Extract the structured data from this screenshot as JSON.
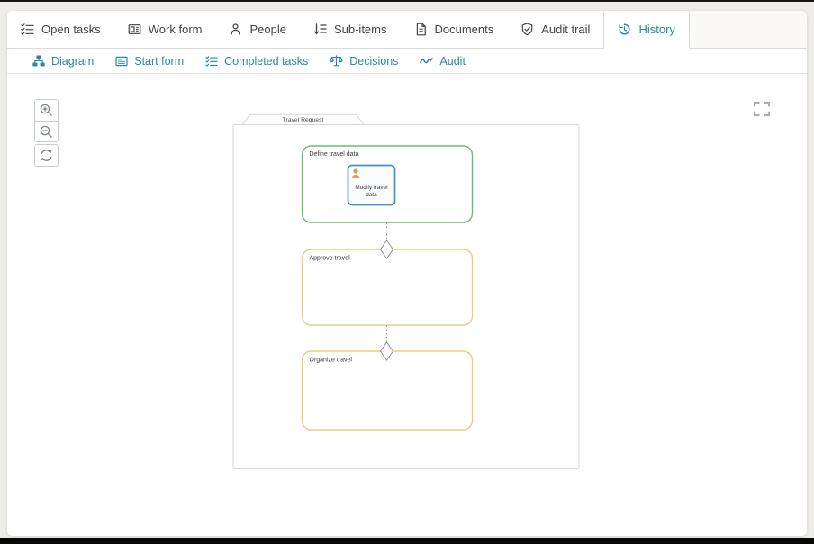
{
  "header": {
    "tabs": [
      {
        "label": "Open tasks",
        "icon": "checklist-icon"
      },
      {
        "label": "Work form",
        "icon": "form-icon"
      },
      {
        "label": "People",
        "icon": "person-icon"
      },
      {
        "label": "Sub-items",
        "icon": "sort-list-icon"
      },
      {
        "label": "Documents",
        "icon": "document-icon"
      },
      {
        "label": "Audit trail",
        "icon": "shield-check-icon"
      },
      {
        "label": "History",
        "icon": "history-icon",
        "active": true
      }
    ]
  },
  "subtabs": {
    "items": [
      {
        "label": "Diagram",
        "icon": "sitemap-icon"
      },
      {
        "label": "Start form",
        "icon": "form-icon"
      },
      {
        "label": "Completed tasks",
        "icon": "checklist-icon"
      },
      {
        "label": "Decisions",
        "icon": "scales-icon"
      },
      {
        "label": "Audit",
        "icon": "signature-icon"
      }
    ]
  },
  "canvas_controls": {
    "icons": [
      "magnifier-plus",
      "magnifier-minus",
      "refresh",
      "fullscreen-corners"
    ]
  },
  "diagram": {
    "pool_label": "Travel Request",
    "lanes": [
      {
        "label": "Define travel data",
        "border_color": "#6cbf6c"
      },
      {
        "label": "Approve travel",
        "border_color": "#e3cf82"
      },
      {
        "label": "Organize travel",
        "border_color": "#e3cf82"
      }
    ],
    "task": {
      "label": "Modify travel data",
      "lines": [
        "Modify travel",
        "data"
      ],
      "kind": "user-task",
      "border_color": "#4b8fc7",
      "icon_color": "#d2a24c"
    },
    "flows": [
      {
        "from": "Define travel data",
        "to": "Approve travel",
        "style": "dotted",
        "marker": "diamond"
      },
      {
        "from": "Approve travel",
        "to": "Organize travel",
        "style": "dotted",
        "marker": "diamond"
      }
    ]
  },
  "colors": {
    "accent": "#2a87a6",
    "page_bg": "#efede9",
    "card_border": "#dfdcd6",
    "tab_text": "#434341"
  }
}
